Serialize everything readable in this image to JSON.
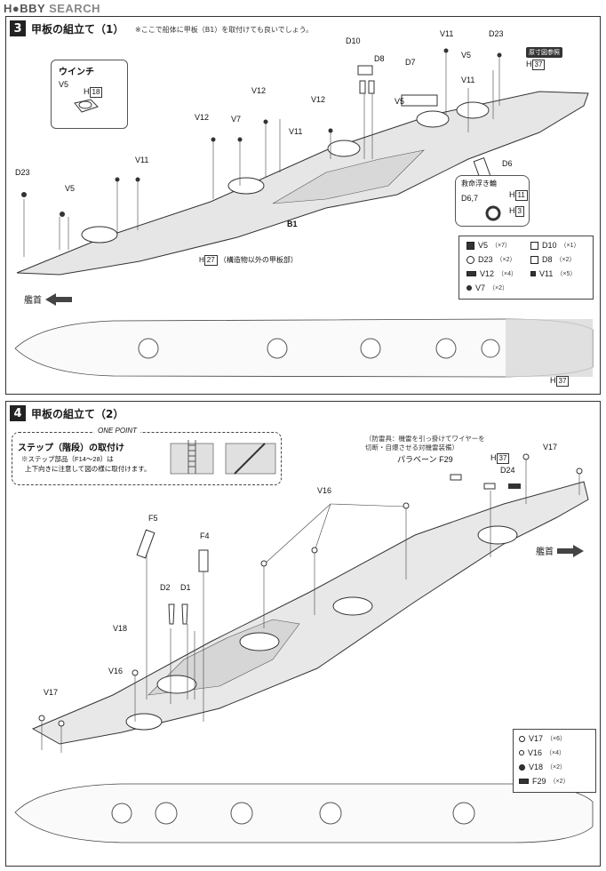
{
  "watermark": {
    "hobby": "H●BBY",
    "search": "SEARCH"
  },
  "step3": {
    "number": "3",
    "title": "甲板の組立て（1）",
    "note": "※ここで船体に甲板（B1）を取付けても良いでしょう。",
    "winch_title": "ウインチ",
    "winch_part": "V5",
    "winch_ref": "H",
    "winch_ref_num": "18",
    "bow_label": "艦首",
    "deck_part": "B1",
    "deck_note_ref": "H",
    "deck_note_num": "27",
    "deck_note": "（構造物以外の甲板部）",
    "plan_ref": "原寸図参照",
    "plan_ref_h": "H",
    "plan_ref_num": "37",
    "bottom_ref": "H",
    "bottom_ref_num": "37",
    "float_title": "救命浮き輪",
    "float_part": "D6,7",
    "float_ref1": "H",
    "float_ref1_num": "11",
    "float_ref2": "H",
    "float_ref2_num": "3",
    "part_labels": [
      "D10",
      "D8",
      "D7",
      "V11",
      "D23",
      "V5",
      "V11",
      "V12",
      "V12",
      "V12",
      "V7",
      "V11",
      "V11",
      "D23",
      "V5",
      "V5",
      "D6"
    ],
    "legend": [
      {
        "part": "V5",
        "qty": "（×7）",
        "icon": "v5-marker-icon"
      },
      {
        "part": "D10",
        "qty": "（×1）",
        "icon": "d10-marker-icon"
      },
      {
        "part": "D23",
        "qty": "（×2）",
        "icon": "d23-marker-icon"
      },
      {
        "part": "D8",
        "qty": "（×2）",
        "icon": "d8-marker-icon"
      },
      {
        "part": "V12",
        "qty": "（×4）",
        "icon": "v12-marker-icon"
      },
      {
        "part": "V11",
        "qty": "（×5）",
        "icon": "v11-marker-icon"
      },
      {
        "part": "V7",
        "qty": "（×2）",
        "icon": "v7-marker-icon"
      }
    ]
  },
  "step4": {
    "number": "4",
    "title": "甲板の組立て（2）",
    "onepoint_label": "ONE POINT",
    "onepoint_title": "ステップ（階段）の取付け",
    "onepoint_text1": "※ステップ部品（F14〜28）は",
    "onepoint_text2": "上下向きに注意して図の様に取付けます。",
    "bow_label": "艦首",
    "paravane_note1": "（防雷具：機雷を引っ掛けてワイヤーを",
    "paravane_note2": "切断・自爆させる対機雷装備）",
    "paravane_label": "パラベーン",
    "paravane_part": "F29",
    "h_ref": "H",
    "h_ref_num": "37",
    "part_labels": [
      "D24",
      "V17",
      "V16",
      "F5",
      "F4",
      "D2",
      "D1",
      "V18",
      "V16",
      "V17"
    ],
    "legend": [
      {
        "part": "V17",
        "qty": "（×6）",
        "icon": "v17-marker-icon"
      },
      {
        "part": "V16",
        "qty": "（×4）",
        "icon": "v16-marker-icon"
      },
      {
        "part": "V18",
        "qty": "（×2）",
        "icon": "v18-marker-icon"
      },
      {
        "part": "F29",
        "qty": "（×2）",
        "icon": "f29-marker-icon"
      }
    ]
  }
}
